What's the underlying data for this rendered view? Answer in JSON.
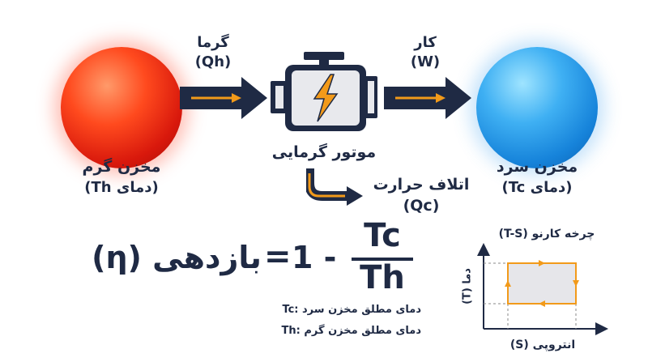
{
  "hot_reservoir": {
    "title": "مخزن گرم",
    "subtitle": "(دمای Th)"
  },
  "cold_reservoir": {
    "title": "مخزن سرد",
    "subtitle": "(دمای Tc)"
  },
  "heat_in": {
    "label": "گرما",
    "symbol": "(Qh)"
  },
  "work_out": {
    "label": "کار",
    "symbol": "(W)"
  },
  "engine": {
    "label": "موتور گرمایی"
  },
  "heat_loss": {
    "label": "اتلاف حرارت",
    "symbol": "(Qc)"
  },
  "formula": {
    "lhs": "(η) بازدهی",
    "equals": "=",
    "one_minus": "1 -",
    "numerator": "Tc",
    "denominator": "Th"
  },
  "legend": {
    "tc_note": "Tc: دمای مطلق مخزن سرد",
    "th_note": "Th: دمای مطلق مخزن گرم"
  },
  "carnot": {
    "title": "چرخه کارنو (T-S)",
    "y_label": "دما (T)",
    "x_label": "انتروپی (S)"
  },
  "colors": {
    "navy": "#1f2a44",
    "orange": "#f29a1a",
    "hot": "#e8261a",
    "cold": "#1e90e8"
  }
}
